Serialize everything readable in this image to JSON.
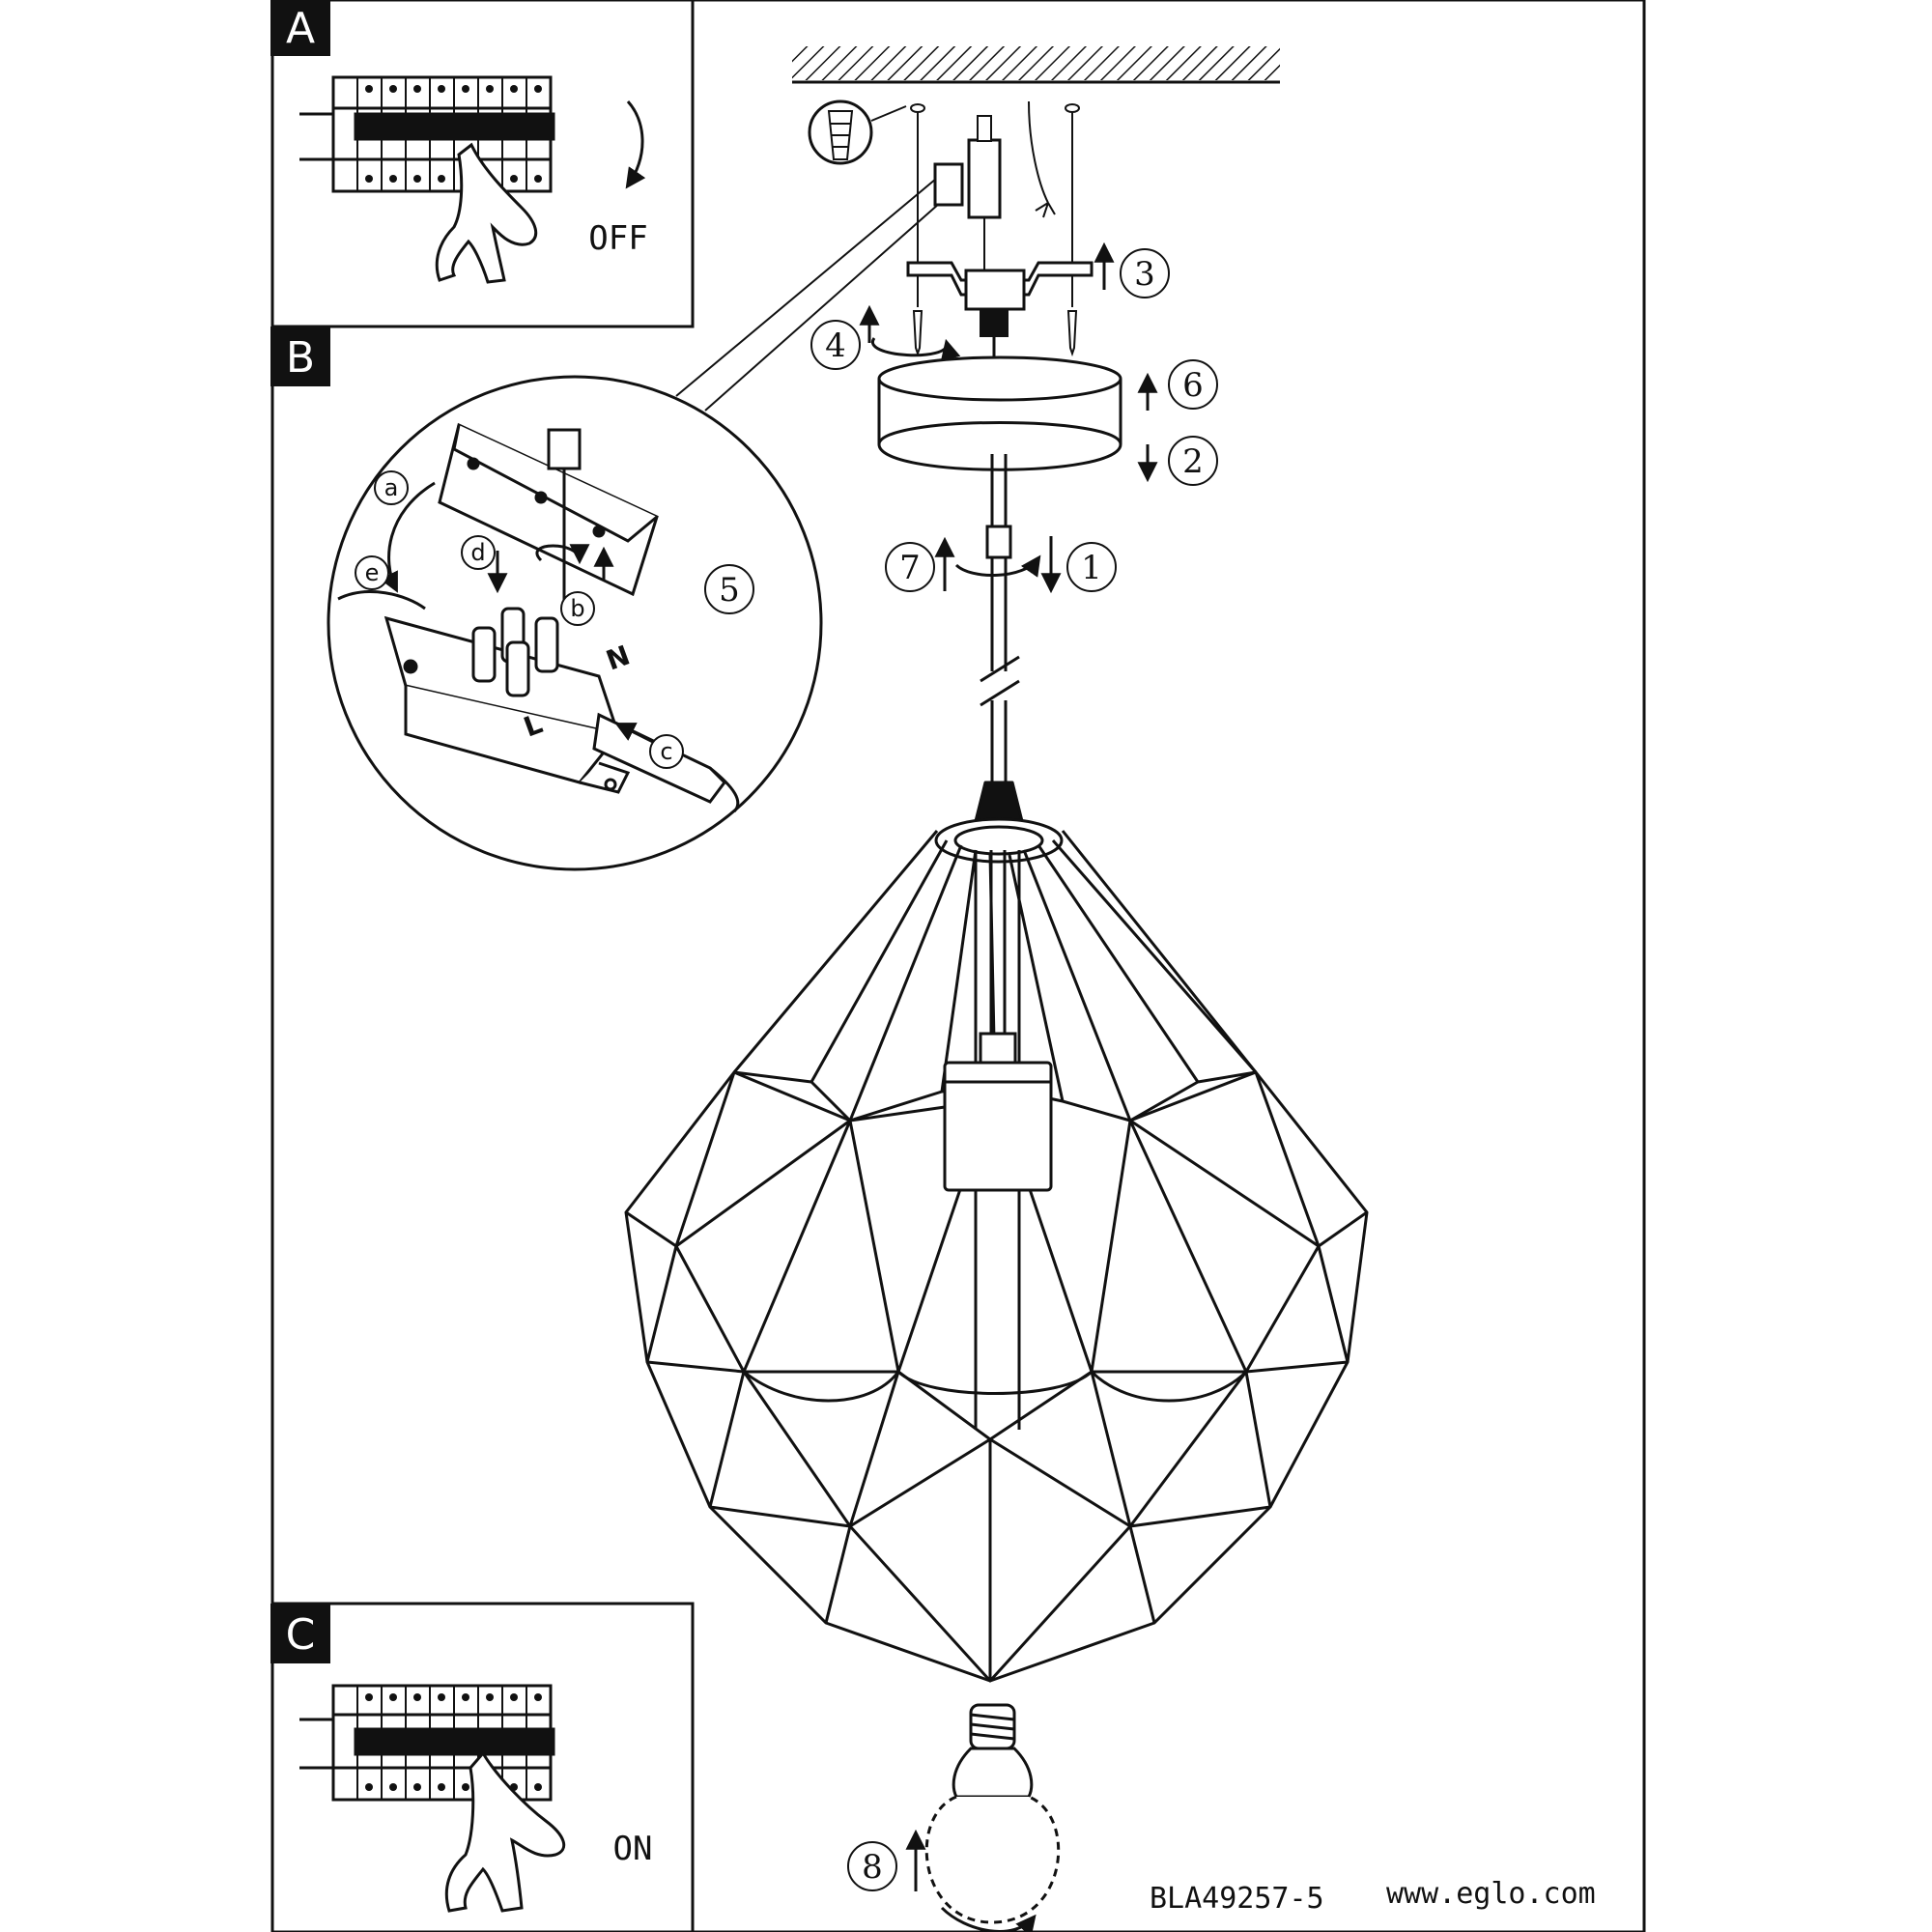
{
  "panels": {
    "a": {
      "letter": "A",
      "state_label": "OFF"
    },
    "b": {
      "letter": "B"
    },
    "c": {
      "letter": "C",
      "state_label": "ON"
    }
  },
  "steps": {
    "s1": "1",
    "s2": "2",
    "s3": "3",
    "s4": "4",
    "s5": "5",
    "s6": "6",
    "s7": "7",
    "s8": "8"
  },
  "detail_labels": {
    "a": "a",
    "b": "b",
    "c": "c",
    "d": "d",
    "e": "e",
    "n": "N",
    "l": "L"
  },
  "footer": {
    "code": "BLA49257-5",
    "website": "www.eglo.com"
  },
  "colors": {
    "ink": "#111111",
    "paper": "#ffffff"
  }
}
